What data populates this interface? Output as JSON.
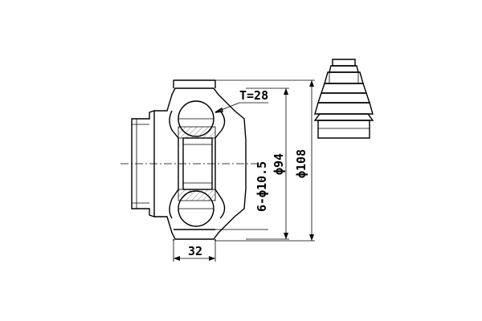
{
  "labels": {
    "thickness": "T=28",
    "bolt_holes": "6-ϕ10.5",
    "bolt_circle": "ϕ94",
    "outer_diameter": "ϕ108",
    "width": "32"
  }
}
